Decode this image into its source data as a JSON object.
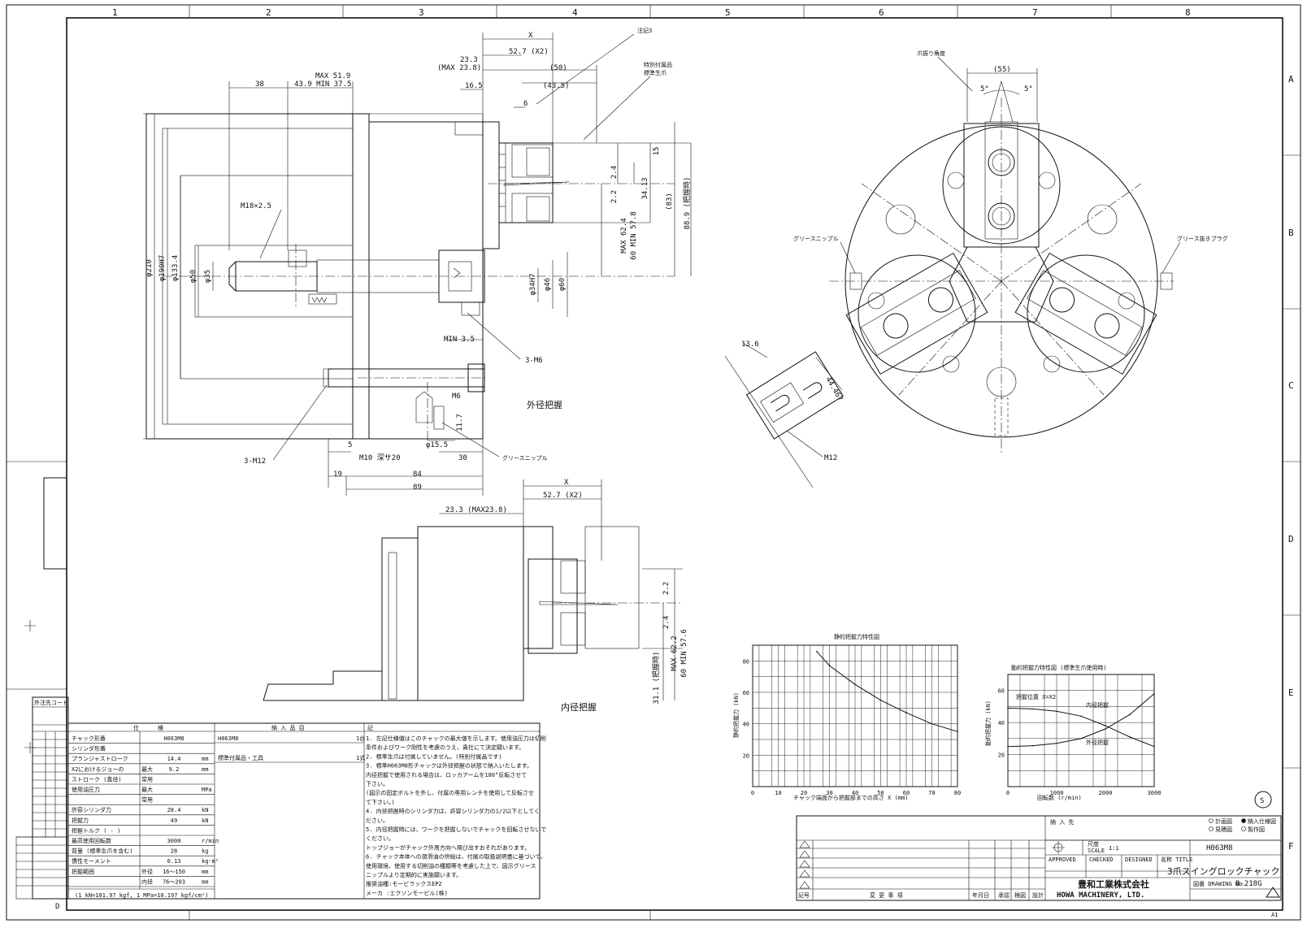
{
  "border": {
    "columns": [
      "1",
      "2",
      "3",
      "4",
      "5",
      "6",
      "7",
      "8"
    ],
    "rows": [
      "A",
      "B",
      "C",
      "D",
      "E",
      "F"
    ],
    "bottom_left": "D",
    "bottom_right": "A1"
  },
  "main_view": {
    "caption_outer": "外径把握",
    "caption_inner": "内径把握",
    "dims": {
      "x": "X",
      "d233": "23.3",
      "max238": "(MAX 23.8)",
      "d527": "52.7 (X2)",
      "d50": "(50)",
      "d435": "(43.5)",
      "d165": "16.5",
      "d6": "6",
      "note3": "注記3",
      "special_jaw": "特別付属品",
      "std_jaw": "標準生爪",
      "max519": "MAX 51.9",
      "d38": "38",
      "d439": "43.9 MIN 37.5",
      "m18": "M18×2.5",
      "phi210": "φ210",
      "phi190": "φ190H7",
      "phi133": "φ133.4",
      "phi50": "φ50",
      "phi35": "φ35",
      "phi34": "φ34H7",
      "phi46": "φ46",
      "phi60": "φ60",
      "d15": "15",
      "d24": "2.4",
      "d22": "2.2",
      "d3413": "34.13",
      "d83": "(83)",
      "d889": "88.9 (把握時)",
      "max624": "MAX 62.4",
      "min578": "60 MIN 57.8",
      "min35": "MIN 3.5",
      "m6a": "3-M6",
      "m6": "M6",
      "m12": "3-M12",
      "m10": "M10 深サ20",
      "phi155": "φ15.5",
      "d5": "5",
      "d19": "19",
      "d84": "84",
      "d89": "89",
      "d30": "30",
      "d117": "11.7",
      "grease": "グリースニップル"
    },
    "dims_inner": {
      "x": "X",
      "d527": "52.7 (X2)",
      "d233": "23.3 (MAX23.8)",
      "d22": "2.2",
      "d24": "2.4",
      "max622": "MAX 62.2",
      "min576": "60 MIN 57.6",
      "d311": "31.1 (把握時)"
    }
  },
  "front_view": {
    "swing_angle": "爪振り角度",
    "d55": "(55)",
    "deg_left": "5°",
    "deg_right": "5°",
    "grease_nipple": "グリースニップル",
    "grease_plug": "グリース抜きプラグ"
  },
  "detail_view": {
    "d136": "13.6",
    "d44": "44.467",
    "m12": "M12"
  },
  "static_chart": {
    "title": "静的把握力特性図",
    "xlabel": "チャック端面から把握部までの高さ X (mm)",
    "ylabel": "静的把握力 (kN)",
    "xticks": [
      "0",
      "10",
      "20",
      "30",
      "40",
      "50",
      "60",
      "70",
      "80"
    ],
    "yticks": [
      "20",
      "40",
      "60",
      "80"
    ]
  },
  "dynamic_chart": {
    "title": "動的把握力特性図 (標準生爪使用時)",
    "xlabel": "回転数 (r/min)",
    "ylabel": "動的把握力 (kN)",
    "xticks": [
      "0",
      "1000",
      "2000",
      "3000"
    ],
    "yticks": [
      "20",
      "40",
      "60"
    ],
    "note": "把握位置  X=X2",
    "label_inner": "内径把握",
    "label_outer": "外径把握"
  },
  "chart_data": [
    {
      "type": "line",
      "title": "静的把握力特性図",
      "xlabel": "チャック端面から把握部までの高さ X (mm)",
      "ylabel": "静的把握力 (kN)",
      "xlim": [
        0,
        80
      ],
      "ylim": [
        0,
        90
      ],
      "grid": true,
      "series": [
        {
          "x": [
            25,
            30,
            40,
            50,
            60,
            70,
            80
          ],
          "values": [
            86,
            77,
            65,
            55,
            47,
            40,
            35
          ]
        }
      ]
    },
    {
      "type": "line",
      "title": "動的把握力特性図 (標準生爪使用時)",
      "xlabel": "回転数 (r/min)",
      "ylabel": "動的把握力 (kN)",
      "xlim": [
        0,
        3000
      ],
      "ylim": [
        0,
        70
      ],
      "grid": true,
      "series": [
        {
          "name": "内径把握",
          "x": [
            0,
            500,
            1000,
            1500,
            2000,
            2500,
            3000
          ],
          "values": [
            25,
            25.5,
            27,
            30,
            36,
            45,
            58
          ]
        },
        {
          "name": "外径把握",
          "x": [
            0,
            500,
            1000,
            1500,
            2000,
            2500,
            3000
          ],
          "values": [
            49,
            48.5,
            47,
            44,
            38,
            31,
            25
          ]
        }
      ]
    }
  ],
  "spec_table": {
    "header_spec": "仕",
    "header_spec2": "様",
    "header_delivery": "納 入 品 目",
    "header_notes": "記",
    "rows": [
      {
        "label": "チャック形番",
        "value": "H063M8",
        "unit": ""
      },
      {
        "label": "シリンダ形番",
        "value": "",
        "unit": ""
      },
      {
        "label": "プランジャストローク",
        "value": "14.4",
        "unit": "mm"
      },
      {
        "label": "X2におけるジョーの",
        "sub": "最大",
        "value": "9.2",
        "unit": "mm"
      },
      {
        "label": "ストローク (直径)",
        "sub": "常用",
        "value": "",
        "unit": ""
      },
      {
        "label": "使用油圧力",
        "sub": "最大",
        "value": "",
        "unit": "MPa"
      },
      {
        "label": "",
        "sub": "常用",
        "value": "",
        "unit": ""
      },
      {
        "label": "許容シリンダ力",
        "value": "28.4",
        "unit": "kN"
      },
      {
        "label": "把握力",
        "value": "49",
        "unit": "kN"
      },
      {
        "label": "把握トルク (  -  )",
        "value": "",
        "unit": ""
      },
      {
        "label": "最高使用回転数",
        "value": "3000",
        "unit": "r/min"
      },
      {
        "label": "質量 (標準生爪を含む)",
        "value": "28",
        "unit": "kg"
      },
      {
        "label": "慣性モーメント",
        "value": "0.13",
        "unit": "kg·m²"
      },
      {
        "label": "把握範囲",
        "sub": "外径",
        "value": "16〜150",
        "unit": "mm"
      },
      {
        "label": "",
        "sub": "内径",
        "value": "76〜203",
        "unit": "mm"
      }
    ],
    "footnote": "(1 kN=101.97 kgf, 1 MPa=10.197 kgf/cm²)",
    "delivery": [
      {
        "item": "H063M8",
        "qty": "1台"
      },
      {
        "item": "標準付属品・工具",
        "qty": "1式"
      }
    ],
    "notes": [
      "1. 左記仕様値はこのチャックの最大値を示します。使用油圧力は切削",
      "   条件およびワーク剛性を考慮のうえ、貴社にて決定願います。",
      "2. 標準生爪は付属していません。(特別付属品です)",
      "3. 標準H063M8形チャックは外径把握の状態で納入いたします。",
      "   内径把握で使用される場合は、ロッカアームを180°反転させて",
      "   下さい。",
      "   (図示の固定ボルトを外し、付属の専用レンチを使用して反転させ",
      "   て下さい。)",
      "4. 内径把握時のシリンダ力は、許容シリンダ力の1/2以下としてく",
      "   ださい。",
      "5. 内径把握時には、ワークを把握しないでチャックを回転させないで",
      "   ください。",
      "   トップジョーがチャック外周方向へ飛び出すおそれがあります。",
      "6. チャック本体への潤滑油の供給は、付属の取扱説明書に基づいて、",
      "   使用環境、使用する切削油の種類等を考慮した上で、図示グリース",
      "   ニップルより定期的に実施願います。",
      "   推奨油種:モービラックスEP2",
      "   メーカ :エクソンモービル(株)"
    ]
  },
  "side_table": {
    "title": "外注先コード"
  },
  "title_block": {
    "customer_label": "納 入 先",
    "legend": [
      "計画図",
      "見積図",
      "納入仕様図",
      "製作図"
    ],
    "scale_label": "尺度",
    "scale_label_en": "SCALE",
    "scale": "1:1",
    "model": "H063M8",
    "approved": "APPROVED",
    "checked": "CHECKED",
    "designed": "DESIGNED",
    "title_label": "名称 TITLE",
    "title": "3爪スイングロックチャック",
    "company_jp": "豊和工業株式会社",
    "company_en": "HOWA MACHINERY, LTD.",
    "drawing_no_label": "図番 DRAWING No.",
    "drawing_no": "B-218G",
    "rev_header": [
      "記号",
      "変 更 事 項",
      "年月日",
      "承認",
      "検図",
      "設計"
    ],
    "symbol": "S"
  }
}
